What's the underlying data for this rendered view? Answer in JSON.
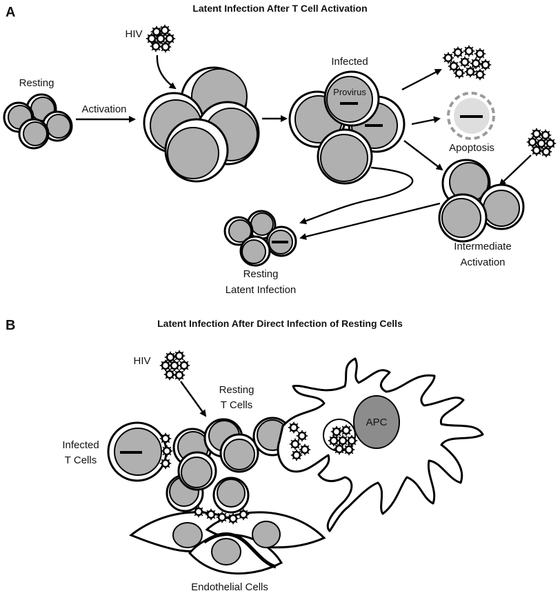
{
  "panel_a": {
    "letter": "A",
    "title": "Latent Infection After T Cell Activation",
    "labels": {
      "hiv": "HIV",
      "resting": "Resting",
      "activation": "Activation",
      "infected": "Infected",
      "provirus": "Provirus",
      "apoptosis": "Apoptosis",
      "intermediate_line1": "Intermediate",
      "intermediate_line2": "Activation",
      "resting_latent_line1": "Resting",
      "resting_latent_line2": "Latent Infection"
    }
  },
  "panel_b": {
    "letter": "B",
    "title": "Latent Infection After Direct Infection of Resting Cells",
    "labels": {
      "hiv": "HIV",
      "resting_tcells_line1": "Resting",
      "resting_tcells_line2": "T Cells",
      "infected_tcells_line1": "Infected",
      "infected_tcells_line2": "T Cells",
      "apc": "APC",
      "endothelial": "Endothelial Cells"
    }
  },
  "colors": {
    "nucleus": "#b0b0b0",
    "apc_nucleus": "#8c8c8c",
    "apoptotic_fill": "#dedede",
    "outline": "#000000"
  }
}
